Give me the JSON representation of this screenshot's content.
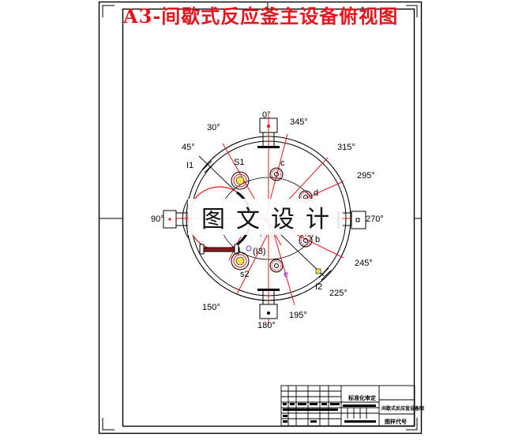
{
  "drawing": {
    "title": "A3-间歇式反应釜主设备俯视图",
    "title_color": "#e8141b",
    "watermark": [
      "图",
      "文",
      "设",
      "计"
    ],
    "angle_labels": {
      "a0": "0°",
      "a30": "30°",
      "a45": "45°",
      "a90": "90°",
      "a150": "150°",
      "a180": "180°",
      "a195": "195°",
      "a225": "225°",
      "a245": "245°",
      "a270": "270°",
      "a295": "295°",
      "a315": "315°",
      "a345": "345°"
    },
    "nozzle_labels": {
      "I1": "I1",
      "S1": "S1",
      "c": "c",
      "d": "d",
      "b": "b",
      "I3": "(I3)",
      "S2": "s2",
      "e": "e",
      "I2": "I2"
    },
    "colors": {
      "line": "#000000",
      "centerline": "#e8141b",
      "accent": "#7b2fd6",
      "highlight": "#f2e24a"
    }
  },
  "title_block": {
    "cells": {
      "approval": "标准化审定",
      "drawing_name": "间歇式反应釜设备图",
      "drawing_number": "图样代号"
    }
  }
}
